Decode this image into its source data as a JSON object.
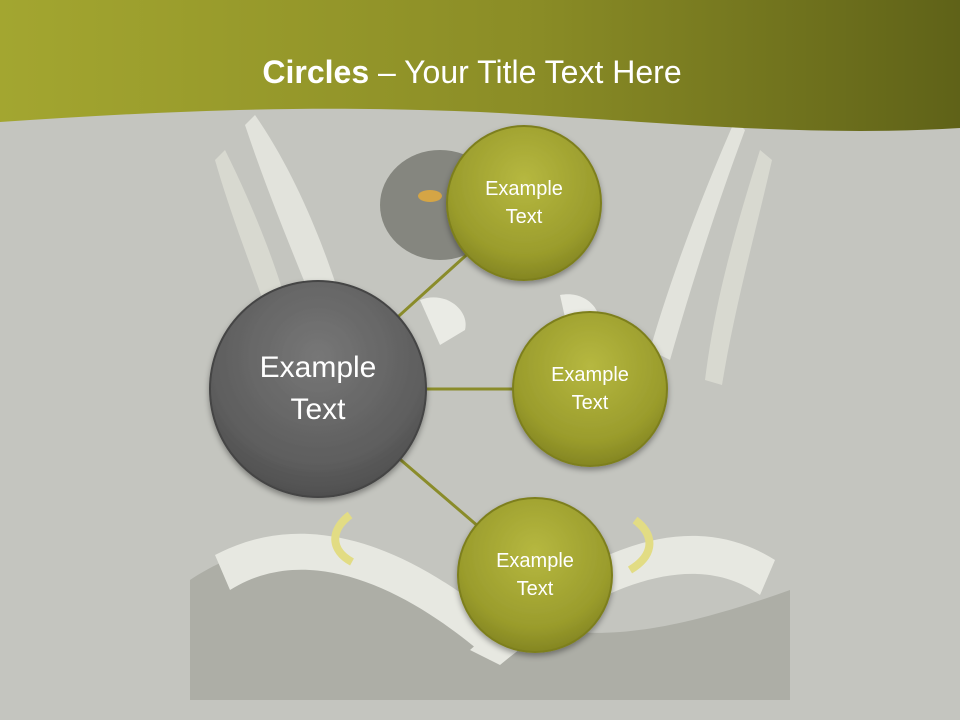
{
  "slide": {
    "title_bold": "Circles",
    "title_rest": " – Your Title Text Here"
  },
  "diagram": {
    "center": {
      "line1": "Example",
      "line2": "Text"
    },
    "satellites": [
      {
        "line1": "Example",
        "line2": "Text"
      },
      {
        "line1": "Example",
        "line2": "Text"
      },
      {
        "line1": "Example",
        "line2": "Text"
      }
    ]
  },
  "colors": {
    "header_olive": "#8c8f25",
    "satellite_fill": "#9a9c2c",
    "center_fill": "#5e5e5e",
    "connector": "#8a8c2a",
    "background": "#c4c5bf"
  }
}
